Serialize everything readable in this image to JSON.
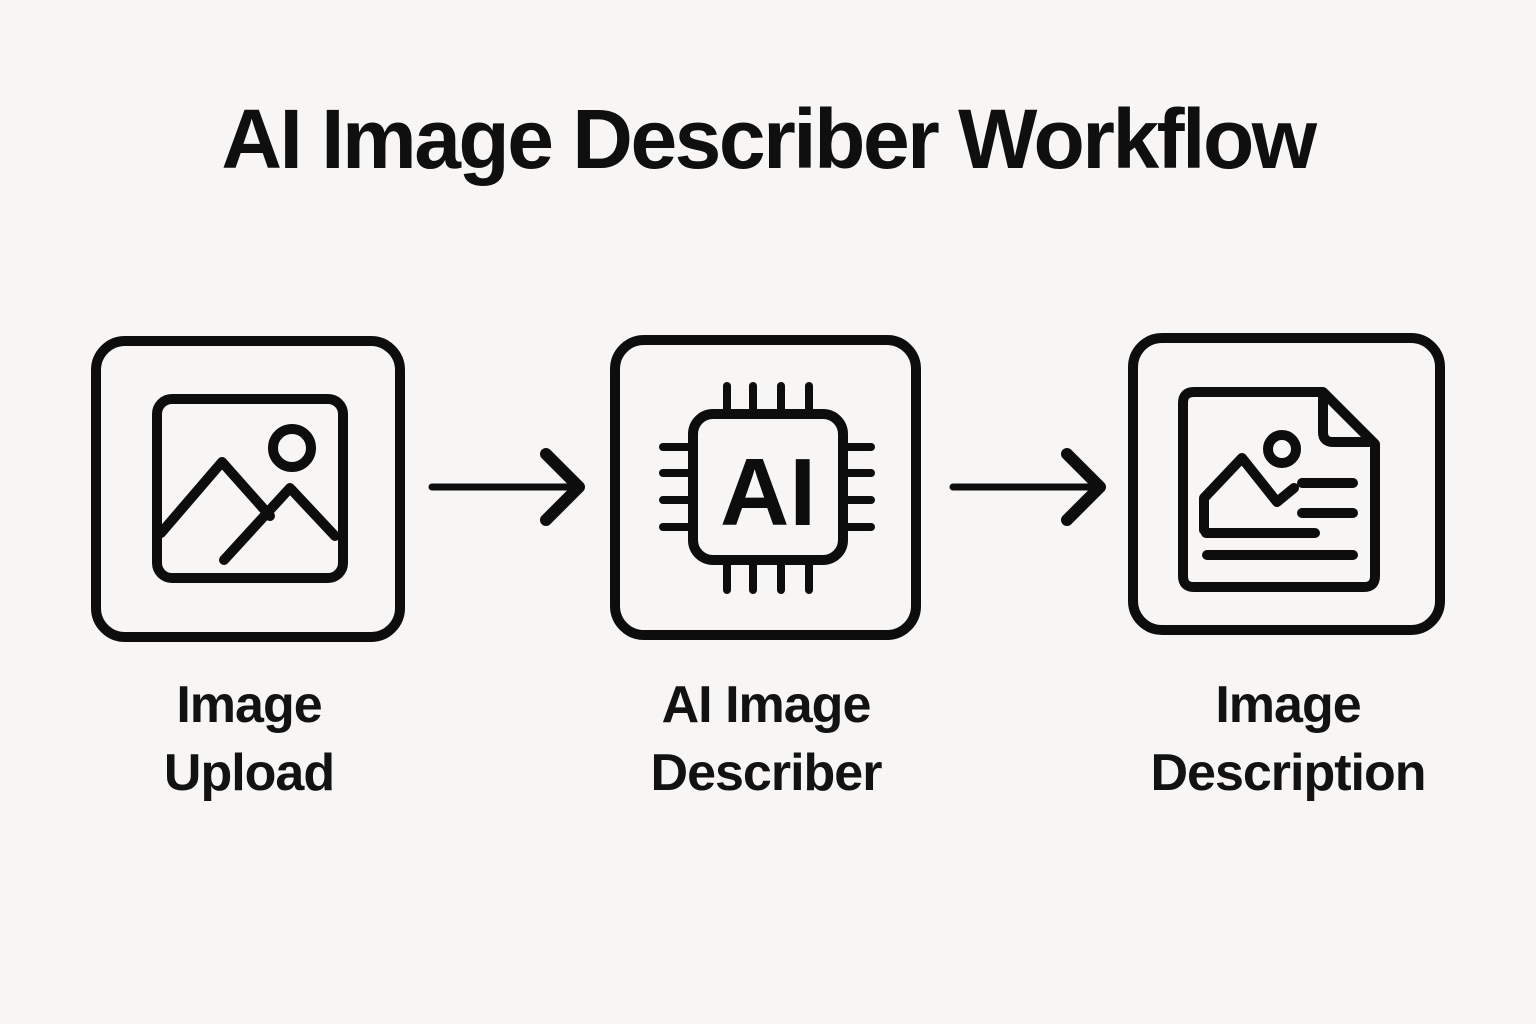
{
  "title": "AI Image Describer Workflow",
  "colors": {
    "background": "#f7f6f4",
    "line": "#0d0d0d",
    "text": "#111111"
  },
  "steps": [
    {
      "name": "image-upload",
      "icon": "image-icon",
      "label_line1": "Image",
      "label_line2": "Upload"
    },
    {
      "name": "ai-image-describer",
      "icon": "ai-chip-icon",
      "chip_label": "AI",
      "label_line1": "AI Image",
      "label_line2": "Describer"
    },
    {
      "name": "image-description",
      "icon": "document-image-icon",
      "label_line1": "Image",
      "label_line2": "Description"
    }
  ],
  "connectors": [
    {
      "icon": "arrow-right-icon"
    },
    {
      "icon": "arrow-right-icon"
    }
  ]
}
